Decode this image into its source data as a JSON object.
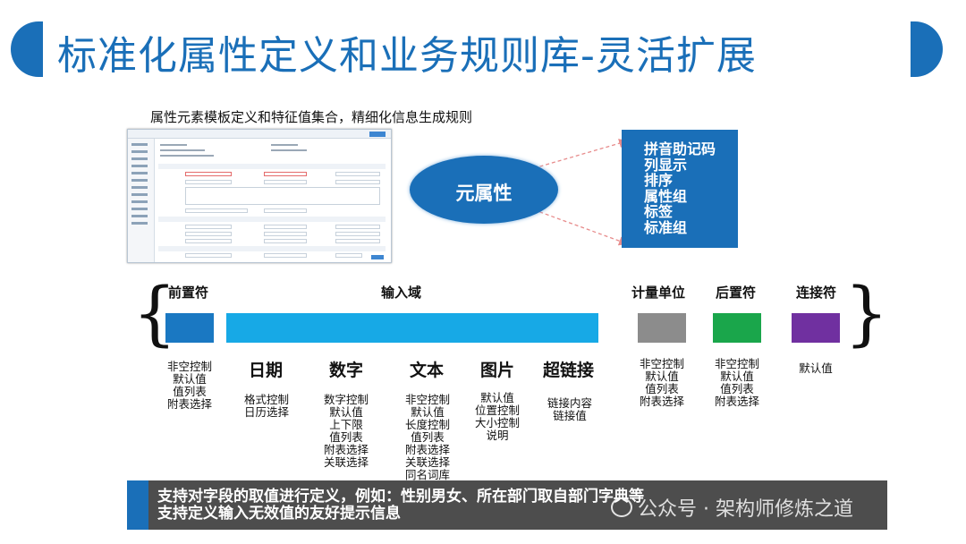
{
  "header": {
    "title": "标准化属性定义和业务规则库-灵活扩展"
  },
  "subtitle": "属性元素模板定义和特征值集合，精细化信息生成规则",
  "ellipse": {
    "label": "元属性"
  },
  "callout": {
    "items": [
      "拼音助记码",
      "列显示",
      "排序",
      "属性组",
      "标签",
      "标准组"
    ]
  },
  "categories": {
    "prefix": {
      "label": "前置符",
      "color": "#1a78c2",
      "details": [
        "非空控制",
        "默认值",
        "值列表",
        "附表选择"
      ]
    },
    "input": {
      "label": "输入域",
      "color": "#17a9e6",
      "types": [
        {
          "name": "日期",
          "details": [
            "格式控制",
            "日历选择"
          ]
        },
        {
          "name": "数字",
          "details": [
            "数字控制",
            "默认值",
            "上下限",
            "值列表",
            "附表选择",
            "关联选择"
          ]
        },
        {
          "name": "文本",
          "details": [
            "非空控制",
            "默认值",
            "长度控制",
            "值列表",
            "附表选择",
            "关联选择",
            "同名词库"
          ]
        },
        {
          "name": "图片",
          "details": [
            "默认值",
            "位置控制",
            "大小控制",
            "说明"
          ]
        },
        {
          "name": "超链接",
          "details": [
            "链接内容",
            "链接值"
          ]
        }
      ]
    },
    "unit": {
      "label": "计量单位",
      "color": "#8c8c8c",
      "details": [
        "非空控制",
        "默认值",
        "值列表",
        "附表选择"
      ]
    },
    "suffix": {
      "label": "后置符",
      "color": "#1aa64b",
      "details": [
        "非空控制",
        "默认值",
        "值列表",
        "附表选择"
      ]
    },
    "connector": {
      "label": "连接符",
      "color": "#7030a0",
      "details": [
        "默认值"
      ]
    }
  },
  "banner": {
    "lines": [
      "支持对字段的取值进行定义，例如：性别男女、所在部门取自部门字典等",
      "支持定义输入无效值的友好提示信息"
    ]
  },
  "watermark": {
    "text": "公众号 · 架构师修炼之道",
    "icon": "wechat-icon"
  }
}
